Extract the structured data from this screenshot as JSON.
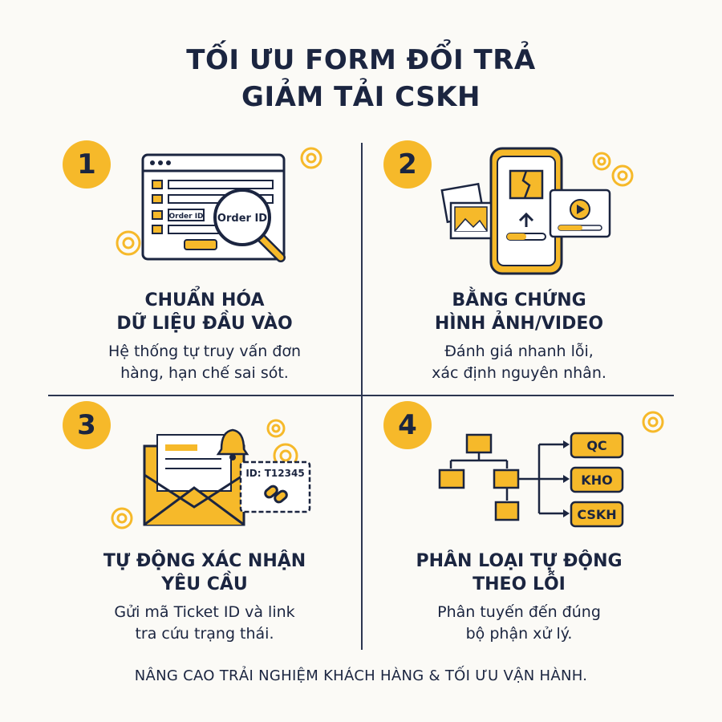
{
  "title": {
    "line1": "TỐI ƯU FORM ĐỔI TRẢ",
    "line2": "GIẢM TẢI CSKH"
  },
  "steps": [
    {
      "number": "1",
      "heading_line1": "CHUẨN HÓA",
      "heading_line2": "DỮ LIỆU ĐẦU VÀO",
      "desc_line1": "Hệ thống tự truy vấn đơn",
      "desc_line2": "hàng, hạn chế sai sót.",
      "illus_labels": {
        "field": "Order ID",
        "lens": "Order ID"
      }
    },
    {
      "number": "2",
      "heading_line1": "BẰNG CHỨNG",
      "heading_line2": "HÌNH ẢNH/VIDEO",
      "desc_line1": "Đánh giá nhanh lỗi,",
      "desc_line2": "xác định nguyên nhân."
    },
    {
      "number": "3",
      "heading_line1": "TỰ ĐỘNG XÁC NHẬN",
      "heading_line2": "YÊU CẦU",
      "desc_line1": "Gửi mã Ticket ID và link",
      "desc_line2": "tra cứu trạng thái.",
      "illus_labels": {
        "ticket": "ID: T12345"
      }
    },
    {
      "number": "4",
      "heading_line1": "PHÂN LOẠI TỰ ĐỘNG",
      "heading_line2": "THEO LỖI",
      "desc_line1": "Phân tuyến đến đúng",
      "desc_line2": "bộ phận xử lý.",
      "illus_labels": {
        "dept1": "QC",
        "dept2": "KHO",
        "dept3": "CSKH"
      }
    }
  ],
  "footer": "NÂNG CAO TRẢI NGHIỆM KHÁCH HÀNG & TỐI ƯU VẬN HÀNH.",
  "colors": {
    "accent": "#f6b92a",
    "ink": "#1b2540",
    "background": "#fbfaf6"
  }
}
